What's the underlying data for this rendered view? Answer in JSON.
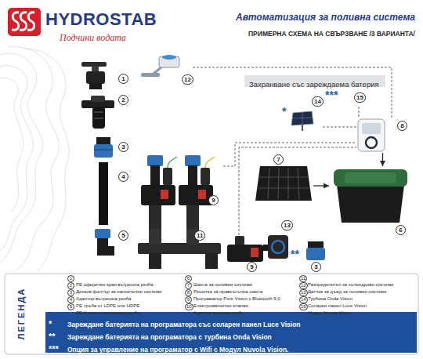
{
  "diagram": {
    "title": "Автоматизация за поливна система",
    "nodes": [
      {
        "text": [
          "Захранване със зареждаема батерия"
        ]
      },
      {
        "text": [
          "1"
        ]
      },
      {
        "text": [
          "2"
        ]
      },
      {
        "text": [
          "3"
        ]
      },
      {
        "text": [
          "4"
        ]
      },
      {
        "text": [
          "5"
        ]
      },
      {
        "text": [
          "12"
        ]
      },
      {
        "text": [
          "14"
        ]
      },
      {
        "text": [
          "15"
        ]
      },
      {
        "text": [
          "8"
        ]
      },
      {
        "text": [
          "7"
        ]
      },
      {
        "text": [
          "9"
        ]
      },
      {
        "text": [
          "6"
        ]
      },
      {
        "text": [
          "11"
        ]
      },
      {
        "text": [
          "13"
        ]
      },
      {
        "text": [
          "9"
        ]
      },
      {
        "text": [
          "3"
        ]
      }
    ],
    "edges": [
      {
        "from": 6,
        "to": 9,
        "arrow": "none"
      },
      {
        "from": 7,
        "to": 9,
        "arrow": "none"
      },
      {
        "from": 8,
        "to": 9,
        "arrow": "none"
      },
      {
        "from": 11,
        "to": 9,
        "arrow": "none"
      },
      {
        "from": 15,
        "to": 9,
        "arrow": "none"
      },
      {
        "from": 9,
        "to": 12,
        "arrow": "to"
      },
      {
        "from": 10,
        "to": 12,
        "arrow": "to"
      }
    ],
    "labels": [
      "HYDROSTAB",
      "Подчини водата",
      "ПРИМЕРНА СХЕМА НА СВЪРЗВАНЕ /3 ВАРИАНТА/",
      "*",
      "***",
      "**",
      "ЛЕГЕНДА",
      "1",
      "2",
      "3",
      "4",
      "5",
      "6",
      "7",
      "8",
      "9",
      "10",
      "11",
      "12",
      "13",
      "14",
      "15",
      "*",
      "**",
      "***"
    ],
    "legend": [
      {
        "text": "PE сферичен кран вътрешна резба"
      },
      {
        "text": "Дисков филтър за напоителни системи"
      },
      {
        "text": "Адаптор вътрешна резба"
      },
      {
        "text": "PE тръба от LDPE или HDPE"
      },
      {
        "text": "PE Коляно с вътрешна резба"
      },
      {
        "text": "Шахта за поливни системи"
      },
      {
        "text": "Решетка за правоъгълна шахта"
      },
      {
        "text": "Програматор Pure Vision с Bluetooth 5.0"
      },
      {
        "text": "Електромагнитен клапан"
      },
      {
        "text": "Адаптор външна резба"
      },
      {
        "text": "Разпределител за холендрови системи"
      },
      {
        "text": "Датчик за дъжд за поливни системи"
      },
      {
        "text": "Турбина Onda Vision"
      },
      {
        "text": "Соларен панел Luce Vision"
      },
      {
        "text": "Модул Nuvola Vision"
      },
      {
        "text": "Зареждане батерията на програматора със соларен панел Luce Vision"
      },
      {
        "text": "Зареждане батерията на програматора с турбина Onda Vision"
      },
      {
        "text": "Опция за управление на програматор с Wifi с Модул Nuvola Vision."
      }
    ]
  }
}
